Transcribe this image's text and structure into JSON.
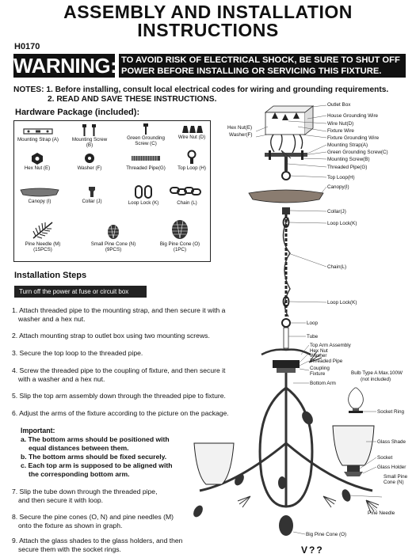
{
  "header": {
    "title_line1": "ASSEMBLY AND INSTALLATION",
    "title_line2": "INSTRUCTIONS",
    "model": "H0170"
  },
  "warning": {
    "label": "WARNING:",
    "text_line1": "TO AVOID RISK OF ELECTRICAL SHOCK, BE SURE TO SHUT OFF",
    "text_line2": "POWER BEFORE INSTALLING OR SERVICING THIS FIXTURE."
  },
  "notes": {
    "line1": "NOTES: 1. Before installing, consult local electrical codes for wiring and grounding requirements.",
    "line2": "2. READ AND SAVE THESE INSTRUCTIONS."
  },
  "hardware": {
    "title": "Hardware Package (included):",
    "parts": [
      {
        "label": "Mounting Strap (A)",
        "icon": "mounting-strap-icon"
      },
      {
        "label": "Mounting Screw (B)",
        "icon": "mounting-screw-icon"
      },
      {
        "label": "Green Grounding Screw (C)",
        "icon": "grounding-screw-icon"
      },
      {
        "label": "Wire Nut (D)",
        "icon": "wire-nut-icon"
      },
      {
        "label": "Hex Nut (E)",
        "icon": "hex-nut-icon"
      },
      {
        "label": "Washer (F)",
        "icon": "washer-icon"
      },
      {
        "label": "Threaded Pipe(G)",
        "icon": "threaded-pipe-icon"
      },
      {
        "label": "Top Loop (H)",
        "icon": "top-loop-icon"
      },
      {
        "label": "Canopy (I)",
        "icon": "canopy-icon"
      },
      {
        "label": "Collar (J)",
        "icon": "collar-icon"
      },
      {
        "label": "Loop Lock (K)",
        "icon": "loop-lock-icon"
      },
      {
        "label": "Chain (L)",
        "icon": "chain-icon"
      },
      {
        "label": "Pine Needle (M)",
        "sub": "(15PCS)",
        "icon": "pine-needle-icon"
      },
      {
        "label": "Small Pine Cone (N)",
        "sub": "(9PCS)",
        "icon": "small-pine-cone-icon"
      },
      {
        "label": "Big Pine Cone (O)",
        "sub": "(1PC)",
        "icon": "big-pine-cone-icon"
      }
    ]
  },
  "steps": {
    "title": "Installation Steps",
    "power_notice": "Turn off the power at fuse or circuit box",
    "items": [
      {
        "l1": "1. Attach threaded pipe to the mounting strap, and then secure it with a",
        "l2": "washer and a hex nut."
      },
      {
        "l1": "2. Attach mounting strap to outlet box using two mounting screws.",
        "l2": ""
      },
      {
        "l1": "3. Secure the top loop to the threaded pipe.",
        "l2": ""
      },
      {
        "l1": "4. Screw the threaded pipe to the coupling of fixture, and then secure it",
        "l2": "with a washer and a hex nut."
      },
      {
        "l1": "5. Slip the top arm assembly down through the threaded pipe to fixture.",
        "l2": ""
      },
      {
        "l1": "6. Adjust the arms of the fixture according to the picture on the package.",
        "l2": ""
      },
      {
        "l1": "7. Slip the tube down through the threaded pipe,",
        "l2": "and then secure it with loop."
      },
      {
        "l1": "8. Secure the pine cones (O, N) and pine needles (M)",
        "l2": "onto the fixture as shown in graph."
      },
      {
        "l1": "9. Attach the glass shades to the glass holders, and then",
        "l2": "secure them with the socket rings."
      }
    ],
    "important_title": "Important:",
    "important": [
      {
        "l1": "a. The bottom arms should be positioned with",
        "l2": "equal distances between them."
      },
      {
        "l1": "b. The bottom arms should be fixed securely.",
        "l2": ""
      },
      {
        "l1": "c. Each top arm is supposed to be aligned with",
        "l2": "the corresponding bottom arm."
      }
    ]
  },
  "diagram_labels": {
    "outlet_box": "Outlet Box",
    "house_ground": "House Grounding Wire",
    "wire_nut": "Wire Nut(D)",
    "fixture_wire": "Fixture Wire",
    "fixture_ground": "Fixture Grounding Wire",
    "mounting_strap": "Mounting Strap(A)",
    "green_ground_screw": "Green Grounding Screw(C)",
    "mounting_screw": "Mounting Screw(B)",
    "threaded_pipe": "Threaded Pipe(G)",
    "top_loop": "Top Loop(H)",
    "canopy": "Canopy(I)",
    "hex_nut": "Hex Nut(E)",
    "washer": "Washer(F)",
    "collar": "Collar(J)",
    "loop_lock1": "Loop Lock(K)",
    "chain": "Chain(L)",
    "loop_lock2": "Loop Lock(K)",
    "loop": "Loop",
    "tube": "Tube",
    "top_arm_assembly": "Top Arm Assembly",
    "hex_nut2": "Hex Nut",
    "washer2": "Washer",
    "threaded_pipe2": "Threaded Pipe",
    "coupling": "Coupling",
    "fixture": "Fixture",
    "bottom_arm": "Bottom Arm",
    "bulb_line1": "Bulb Type A Max.100W",
    "bulb_line2": "(not included)",
    "socket_ring": "Socket Ring",
    "glass_shade": "Glass Shade",
    "socket": "Socket",
    "glass_holder": "Glass Holder",
    "small_pine_cone": "Small Pine",
    "small_pine_cone2": "Cone (N)",
    "pine_needle": "Pine Needle",
    "big_pine_cone": "Big Pine Cone (O)"
  },
  "brand": "V??"
}
